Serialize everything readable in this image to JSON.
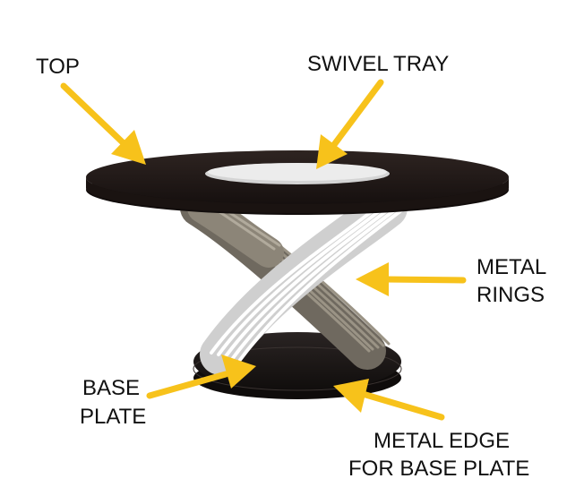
{
  "labels": {
    "top": "TOP",
    "swivel_tray": "SWIVEL TRAY",
    "metal_rings_1": "METAL",
    "metal_rings_2": "RINGS",
    "base_plate_1": "BASE",
    "base_plate_2": "PLATE",
    "metal_edge_1": "METAL EDGE",
    "metal_edge_2": "FOR BASE PLATE"
  },
  "colors": {
    "arrow": "#F7C21B",
    "table_top": "#231A18",
    "tray": "#E8E8E8",
    "ring_dark": "#8C8578",
    "ring_light": "#F2F2F2",
    "base": "#1E1A19"
  }
}
